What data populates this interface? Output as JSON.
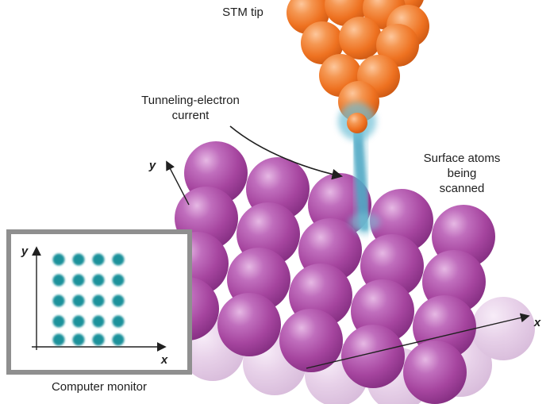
{
  "diagram": {
    "labels": {
      "stm_tip": "STM tip",
      "tunneling_current": {
        "line1": "Tunneling-electron",
        "line2": "current"
      },
      "surface_atoms": {
        "line1": "Surface atoms",
        "line2": "being",
        "line3": "scanned"
      },
      "computer_monitor": "Computer monitor"
    },
    "axes": {
      "main": {
        "x": "x",
        "y": "y"
      },
      "monitor": {
        "x": "x",
        "y": "y"
      }
    },
    "colors": {
      "tip_atoms": "#ee7120",
      "surface_atoms": "#a6459f",
      "ghost_atoms": "#dfc0e1",
      "tunneling_beam": "#4fa8c4",
      "monitor_dots": "#1a929b",
      "monitor_border": "#8f8f8f",
      "text": "#202020"
    },
    "monitor_grid": {
      "columns": 4,
      "rows": 5
    }
  }
}
